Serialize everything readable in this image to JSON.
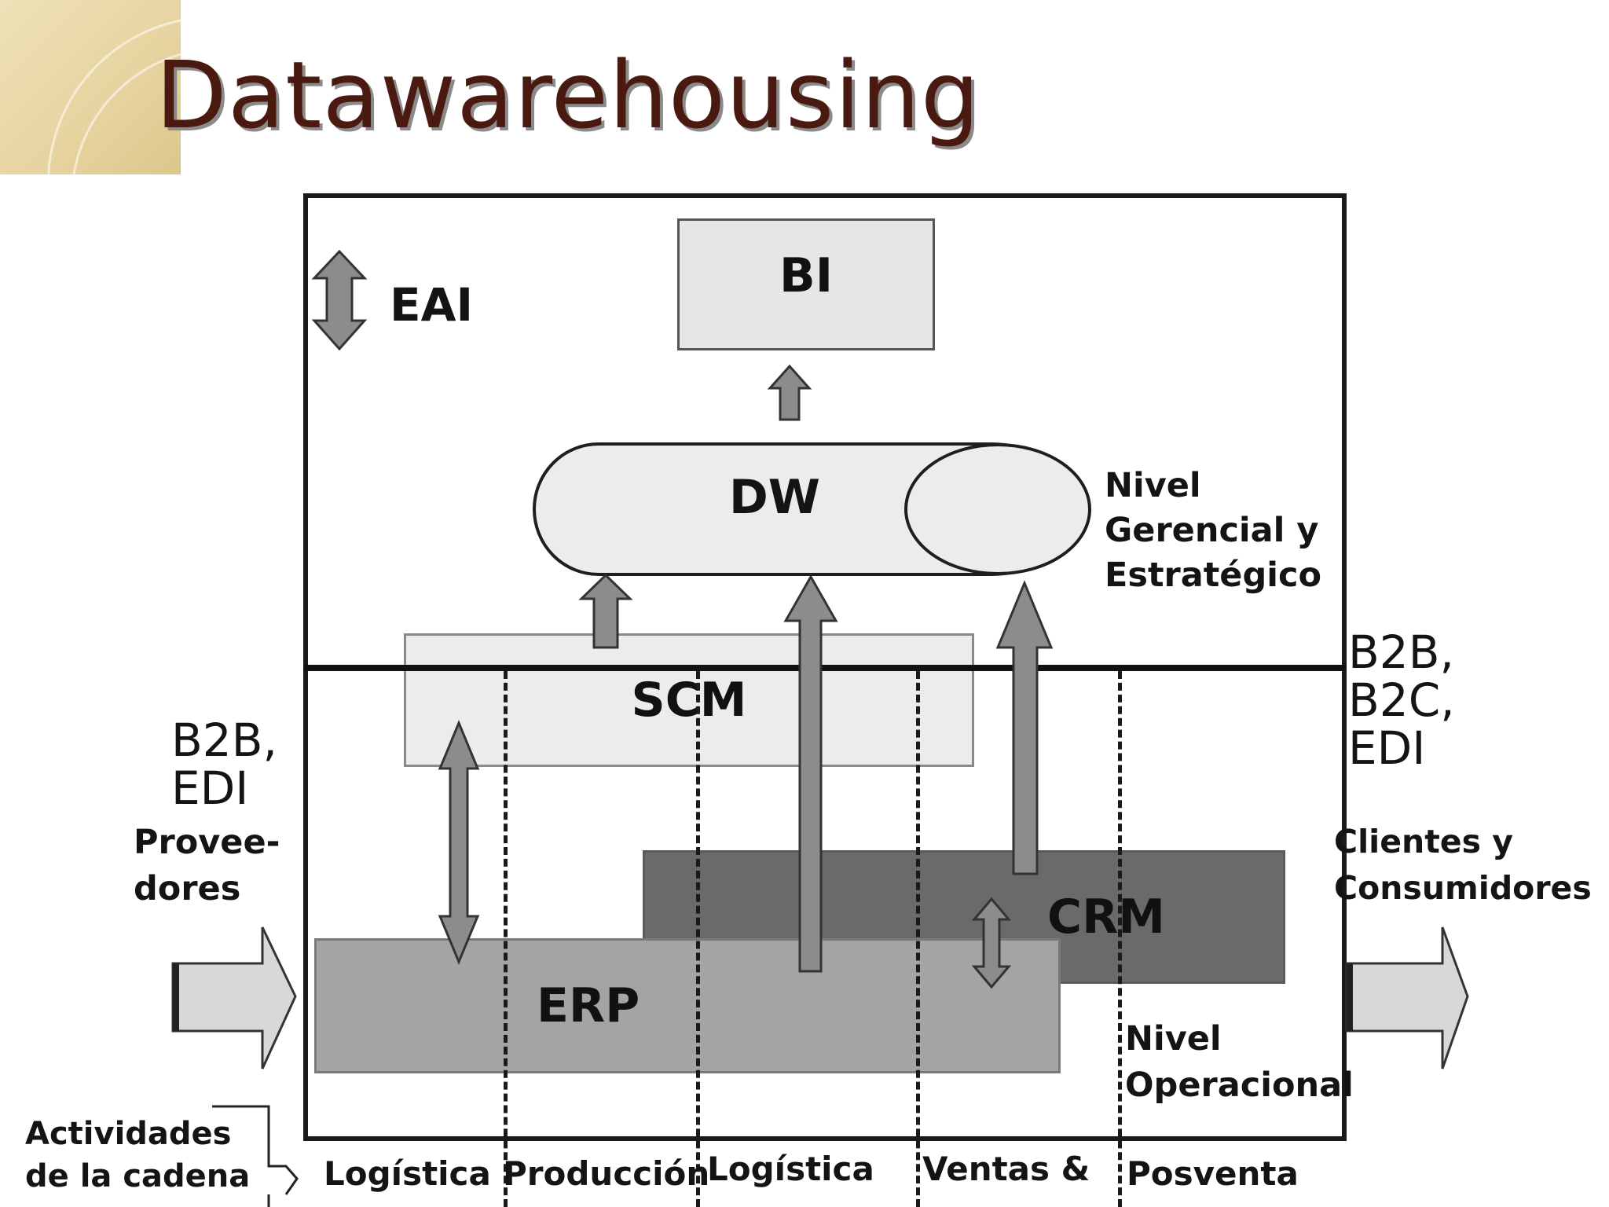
{
  "title": "Datawarehousing",
  "diagram": {
    "eai_label": "EAI",
    "bi_label": "BI",
    "dw_label": "DW",
    "scm_label": "SCM",
    "erp_label": "ERP",
    "crm_label": "CRM",
    "level_management": [
      "Nivel",
      "Gerencial y",
      "Estratégico"
    ],
    "level_operational": [
      "Nivel",
      "Operacional"
    ],
    "left_channels": [
      "B2B,",
      "EDI"
    ],
    "left_party": [
      "Provee-",
      "dores"
    ],
    "right_channels": [
      "B2B,",
      "B2C,",
      "EDI"
    ],
    "right_party": [
      "Clientes y",
      "Consumidores"
    ],
    "chain_label": [
      "Actividades",
      "de la cadena"
    ],
    "activities": [
      "Logística",
      "Producción",
      "Logística",
      "Ventas &",
      "Posventa"
    ]
  }
}
